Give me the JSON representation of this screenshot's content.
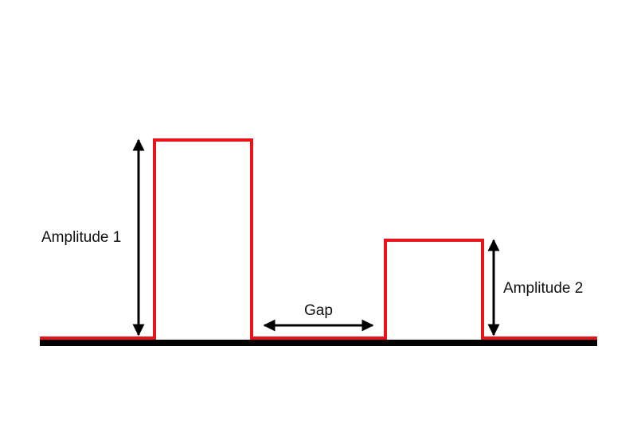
{
  "diagram": {
    "labels": {
      "amplitude_1": "Amplitude 1",
      "amplitude_2": "Amplitude 2",
      "gap": "Gap"
    },
    "colors": {
      "pulse": "#e8141a",
      "baseline": "#000000",
      "arrow": "#000000",
      "text": "#111111",
      "background": "#ffffff"
    }
  }
}
